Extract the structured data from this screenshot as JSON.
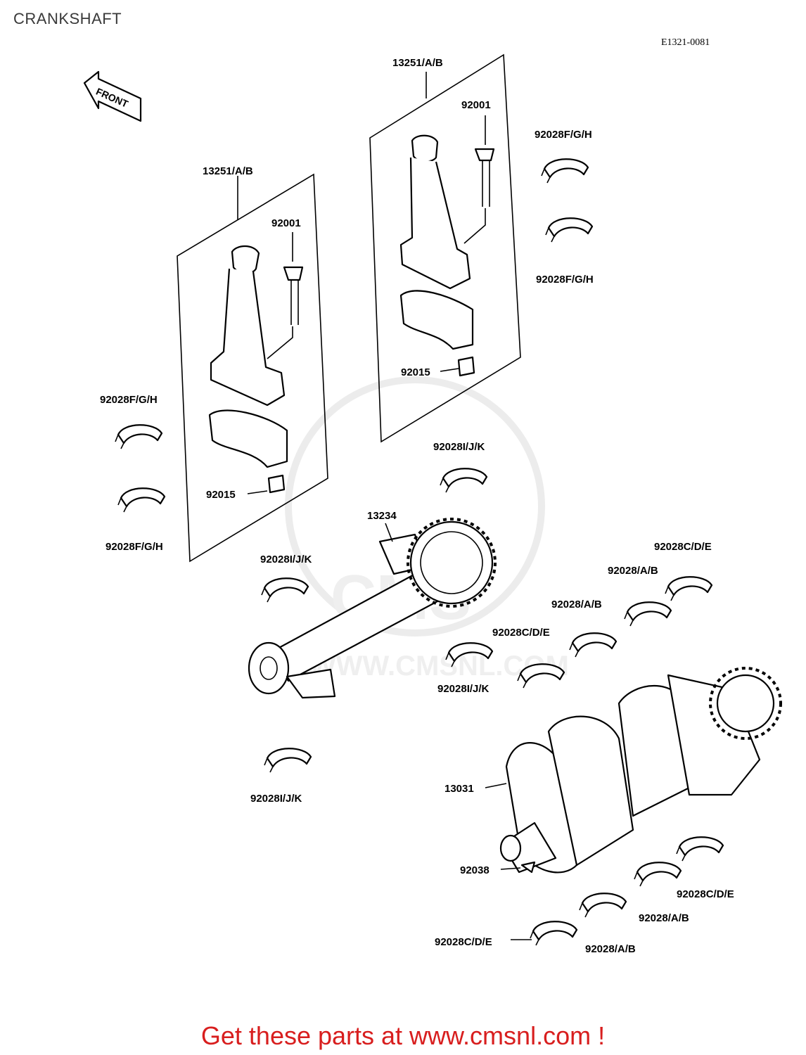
{
  "page": {
    "title": "CRANKSHAFT",
    "reference_code": "E1321-0081",
    "footer_text": "Get these parts at www.cmsnl.com !"
  },
  "front_arrow": {
    "label": "FRONT"
  },
  "watermark": {
    "text": "WWW.CMSNL.COM",
    "logo": "CMS"
  },
  "callouts": {
    "rod_left": "13251/A/B",
    "rod_right": "13251/A/B",
    "bolt_left": "92001",
    "bolt_right": "92001",
    "nut_left": "92015",
    "nut_right": "92015",
    "bearing_fgh_1": "92028F/G/H",
    "bearing_fgh_2": "92028F/G/H",
    "bearing_fgh_3": "92028F/G/H",
    "bearing_fgh_4": "92028F/G/H",
    "bearing_ijk_1": "92028I/J/K",
    "bearing_ijk_2": "92028I/J/K",
    "bearing_ijk_3": "92028I/J/K",
    "bearing_ijk_4": "92028I/J/K",
    "balancer": "13234",
    "crankshaft": "13031",
    "key": "92038",
    "bearing_cde_1": "92028C/D/E",
    "bearing_cde_2": "92028C/D/E",
    "bearing_cde_3": "92028C/D/E",
    "bearing_cde_4": "92028C/D/E",
    "bearing_ab_1": "92028/A/B",
    "bearing_ab_2": "92028/A/B",
    "bearing_ab_3": "92028/A/B",
    "bearing_ab_4": "92028/A/B"
  }
}
